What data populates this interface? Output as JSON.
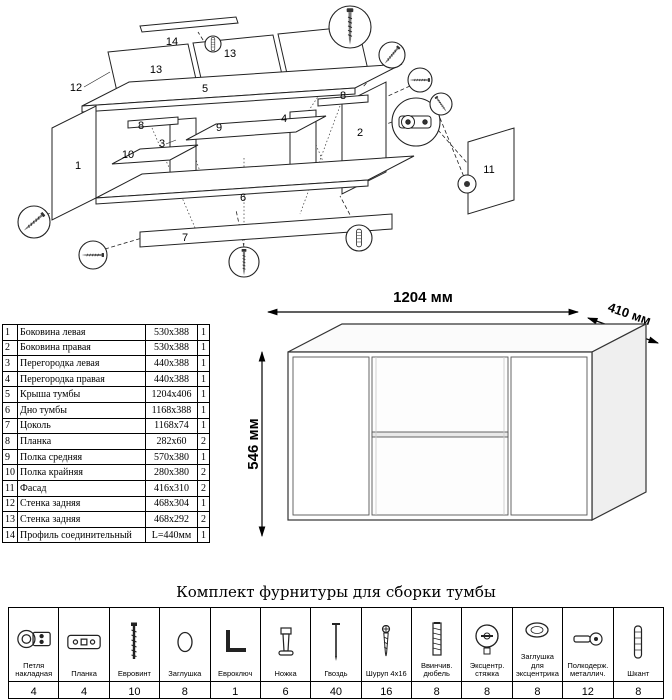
{
  "diagram": {
    "part_labels": [
      "14",
      "13",
      "13",
      "12",
      "5",
      "8",
      "8",
      "9",
      "3",
      "2",
      "10",
      "1",
      "6",
      "7",
      "4",
      "11"
    ]
  },
  "parts_table": {
    "rows": [
      {
        "num": "1",
        "name": "Боковина левая",
        "size": "530x388",
        "qty": "1"
      },
      {
        "num": "2",
        "name": "Боковина правая",
        "size": "530x388",
        "qty": "1"
      },
      {
        "num": "3",
        "name": "Перегородка левая",
        "size": "440x388",
        "qty": "1"
      },
      {
        "num": "4",
        "name": "Перегородка правая",
        "size": "440x388",
        "qty": "1"
      },
      {
        "num": "5",
        "name": "Крыша тумбы",
        "size": "1204x406",
        "qty": "1"
      },
      {
        "num": "6",
        "name": "Дно тумбы",
        "size": "1168x388",
        "qty": "1"
      },
      {
        "num": "7",
        "name": "Цоколь",
        "size": "1168x74",
        "qty": "1"
      },
      {
        "num": "8",
        "name": "Планка",
        "size": "282x60",
        "qty": "2"
      },
      {
        "num": "9",
        "name": "Полка средняя",
        "size": "570x380",
        "qty": "1"
      },
      {
        "num": "10",
        "name": "Полка крайняя",
        "size": "280x380",
        "qty": "2"
      },
      {
        "num": "11",
        "name": "Фасад",
        "size": "416x310",
        "qty": "2"
      },
      {
        "num": "12",
        "name": "Стенка задняя",
        "size": "468x304",
        "qty": "1"
      },
      {
        "num": "13",
        "name": "Стенка задняя",
        "size": "468x292",
        "qty": "2"
      },
      {
        "num": "14",
        "name": "Профиль соединительный",
        "size": "L=440мм",
        "qty": "1"
      }
    ]
  },
  "dimensions": {
    "width": "1204 мм",
    "depth": "410 мм",
    "height": "546 мм"
  },
  "hardware": {
    "title": "Комплект фурнитуры для сборки тумбы",
    "items": [
      {
        "name": "Петля накладная",
        "qty": "4",
        "icon": "hinge-icon"
      },
      {
        "name": "Планка",
        "qty": "4",
        "icon": "mounting-plate-icon"
      },
      {
        "name": "Евровинт",
        "qty": "10",
        "icon": "euro-screw-icon"
      },
      {
        "name": "Заглушка",
        "qty": "8",
        "icon": "cap-icon"
      },
      {
        "name": "Евроключ",
        "qty": "1",
        "icon": "hex-key-icon"
      },
      {
        "name": "Ножка",
        "qty": "6",
        "icon": "leg-icon"
      },
      {
        "name": "Гвоздь",
        "qty": "40",
        "icon": "nail-icon"
      },
      {
        "name": "Шуруп 4x16",
        "qty": "16",
        "icon": "screw-icon"
      },
      {
        "name": "Ввинчив. дюбель",
        "qty": "8",
        "icon": "threaded-dowel-icon"
      },
      {
        "name": "Эксцентр. стяжка",
        "qty": "8",
        "icon": "cam-lock-icon"
      },
      {
        "name": "Заглушка для эксцентрика",
        "qty": "8",
        "icon": "cam-cap-icon"
      },
      {
        "name": "Полкодерж. металлич.",
        "qty": "12",
        "icon": "shelf-support-icon"
      },
      {
        "name": "Шкант",
        "qty": "8",
        "icon": "dowel-icon"
      }
    ]
  }
}
